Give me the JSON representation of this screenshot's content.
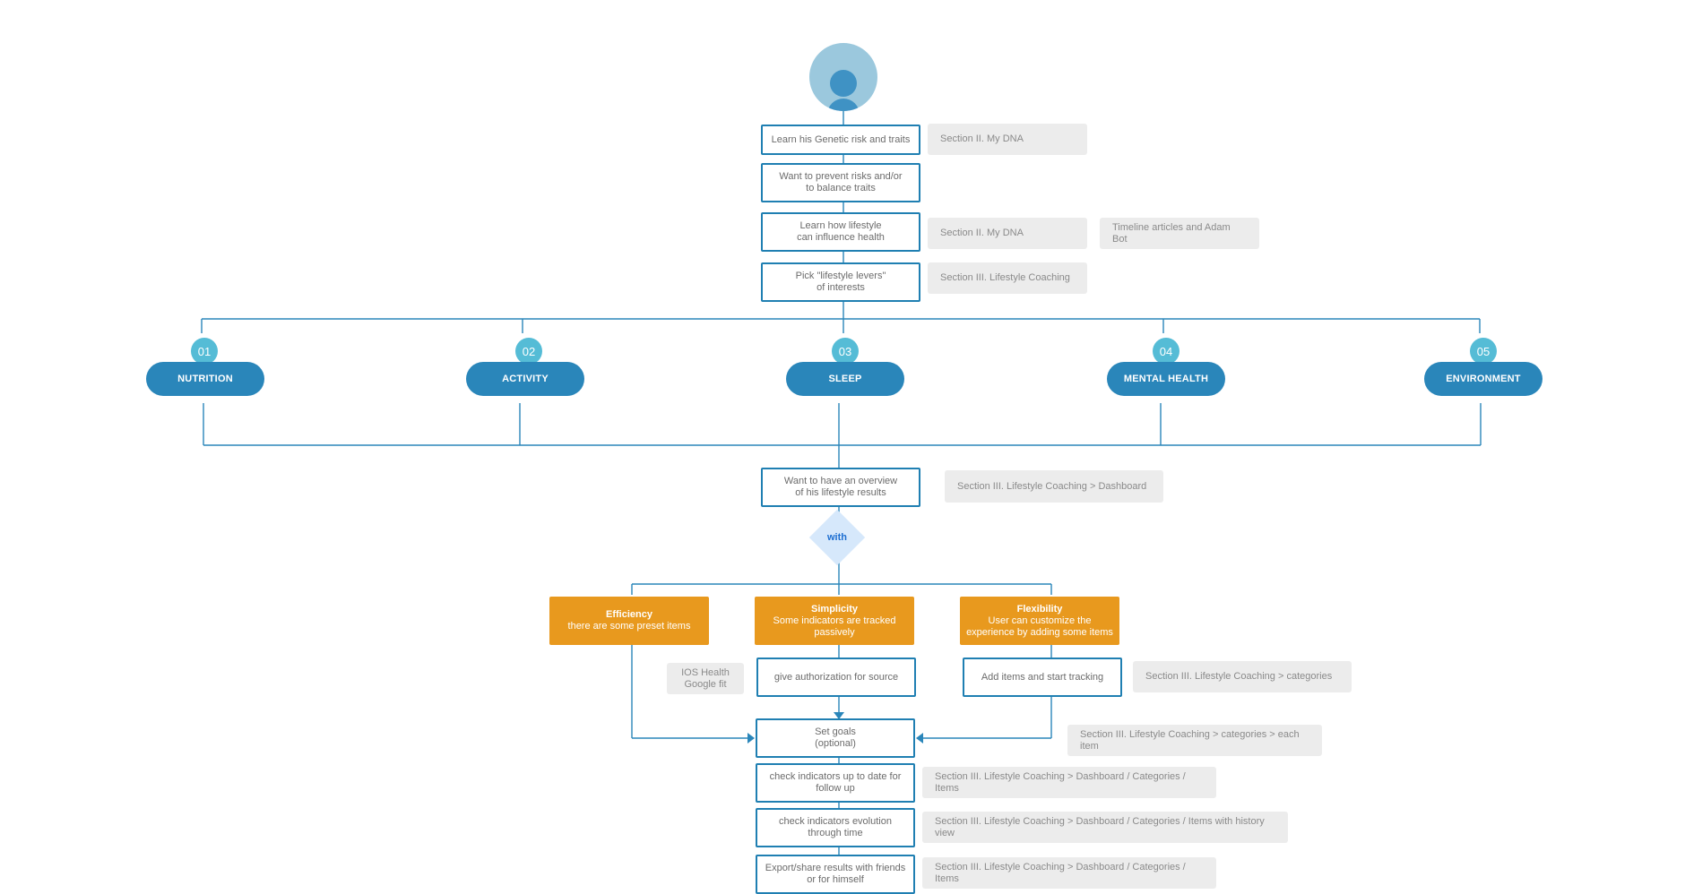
{
  "flow": {
    "steps": [
      "Learn his Genetic risk and traits",
      "Want to prevent risks and/or\nto balance traits",
      "Learn how lifestyle\ncan influence health",
      "Pick \"lifestyle levers\"\nof interests"
    ],
    "notes_top": [
      "Section II. My DNA",
      "Section II. My DNA",
      "Timeline articles and Adam Bot",
      "Section III. Lifestyle Coaching"
    ],
    "levers": [
      {
        "num": "01",
        "label": "NUTRITION"
      },
      {
        "num": "02",
        "label": "ACTIVITY"
      },
      {
        "num": "03",
        "label": "SLEEP"
      },
      {
        "num": "04",
        "label": "MENTAL HEALTH"
      },
      {
        "num": "05",
        "label": "ENVIRONMENT"
      }
    ],
    "overview_step": "Want to have an overview\nof his lifestyle results",
    "overview_note": "Section III. Lifestyle Coaching > Dashboard",
    "decision": "with",
    "options": [
      {
        "title": "Efficiency",
        "text": "there are some preset items"
      },
      {
        "title": "Simplicity",
        "text": "Some indicators are tracked\npassively"
      },
      {
        "title": "Flexibility",
        "text": "User can customize the\nexperience by adding some items"
      }
    ],
    "source_note": "IOS Health\nGoogle fit",
    "auth_step": "give authorization for source",
    "add_step": "Add items and start tracking",
    "add_note": "Section III. Lifestyle Coaching > categories",
    "bottom_steps": [
      "Set goals\n(optional)",
      "check indicators up to date for\nfollow up",
      "check indicators evolution\nthrough time",
      "Export/share results with friends\nor for himself"
    ],
    "bottom_notes": [
      "Section III. Lifestyle Coaching > categories > each item",
      "Section III. Lifestyle Coaching > Dashboard / Categories / Items",
      "Section III. Lifestyle Coaching > Dashboard / Categories / Items  with history view",
      "Section III. Lifestyle Coaching > Dashboard / Categories / Items"
    ]
  }
}
